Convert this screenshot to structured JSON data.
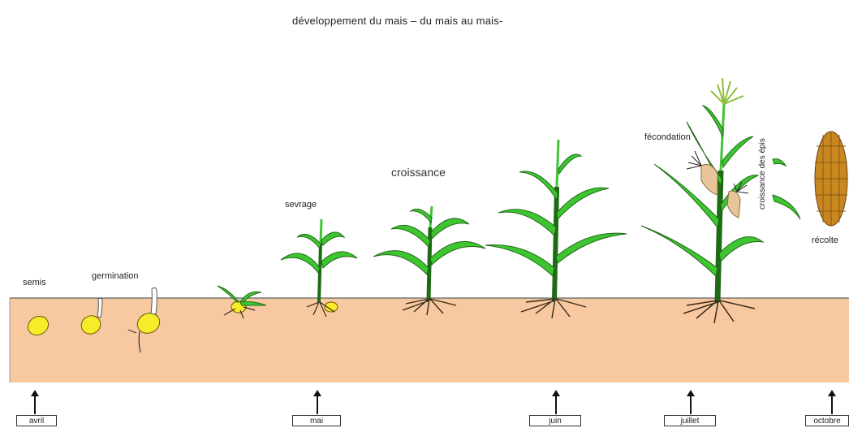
{
  "title": "développement du mais – du mais au mais-",
  "stages": {
    "semis": "semis",
    "germination": "germination",
    "sevrage": "sevrage",
    "croissance": "croissance",
    "fecondation": "fécondation",
    "croissance_epis": "croissance des épis",
    "recolte": "récolte"
  },
  "months": [
    "avril",
    "mai",
    "juin",
    "juillet",
    "octobre"
  ],
  "colors": {
    "soil": "#f8c9a0",
    "soil_edge": "#777777",
    "leaf": "#3fc532",
    "leaf_outline": "#1d6b14",
    "seed": "#f7ec2a",
    "root": "#3a2a1a",
    "ear": "#c8871f"
  }
}
